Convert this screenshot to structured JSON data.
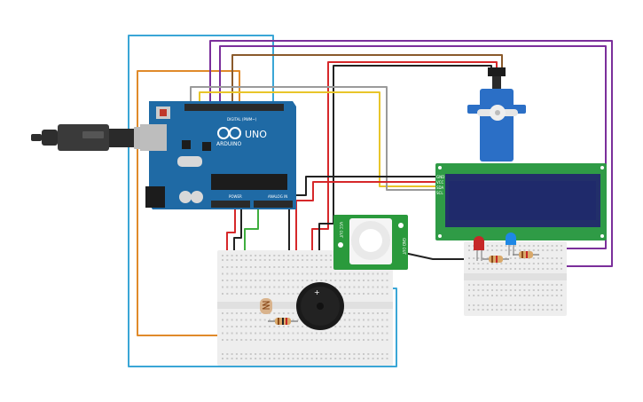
{
  "arduino": {
    "brand": "ARDUINO",
    "model": "UNO",
    "digital_header": "DIGITAL (PWM~)",
    "power_header": "POWER",
    "analog_header": "ANALOG IN"
  },
  "pir_sensor": {
    "left_text": "VCC  OUT",
    "right_text": "GND  OUT"
  },
  "lcd": {
    "pins": [
      "GND",
      "VCC",
      "SDA",
      "SCL"
    ]
  },
  "colors": {
    "usb_cable": "#2e2e2e",
    "board": "#1f6aa5",
    "wire_purple": "#7b2f9b",
    "wire_blue": "#3aa6d6",
    "wire_orange": "#e08a2a",
    "wire_yellow": "#e8c52a",
    "wire_red": "#d6282a",
    "wire_black": "#222222",
    "wire_green": "#3fae3f",
    "wire_brown": "#8a5a2b",
    "wire_gray": "#9a9a9a",
    "lcd_frame": "#2f9b46",
    "lcd_screen": "#1f2a6b",
    "servo_body": "#2b6fc6",
    "pir_board": "#2a9a3c",
    "breadboard": "#eeeeee",
    "led_red": "#c62828",
    "led_blue": "#1e88e5"
  }
}
